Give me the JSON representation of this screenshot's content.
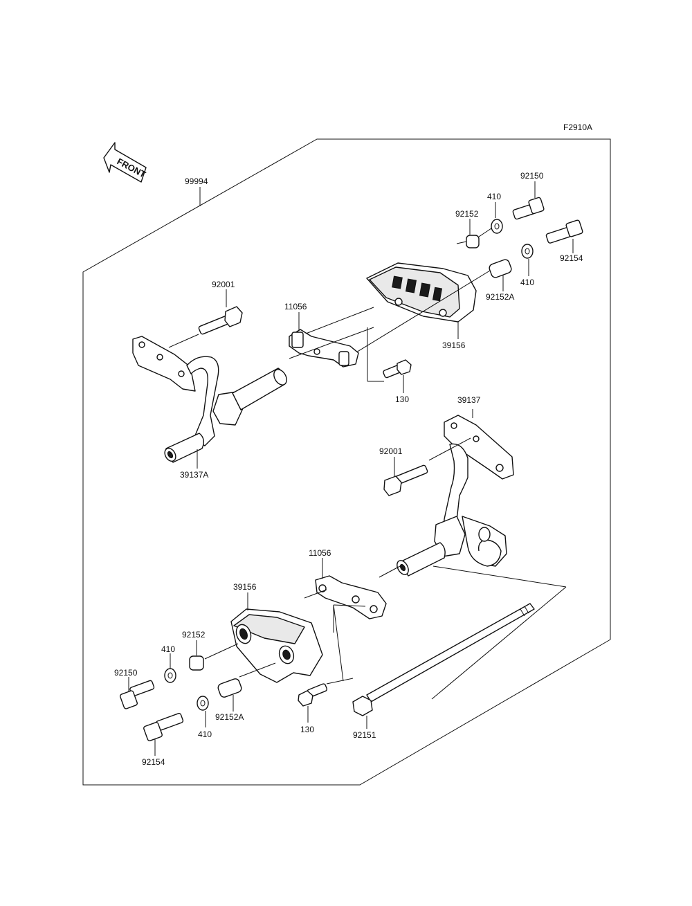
{
  "diagram": {
    "figure_code": "F2910A",
    "front_arrow_label": "FRONT",
    "kit_label": "99994",
    "labels": {
      "p92150_top": "92150",
      "p410_top_a": "410",
      "p92152_top": "92152",
      "p92154_top": "92154",
      "p410_top_b": "410",
      "p92152A_top": "92152A",
      "p92001_top": "92001",
      "p11056_top": "11056",
      "p39156_top": "39156",
      "p130_top": "130",
      "p39137A": "39137A",
      "p39137": "39137",
      "p92001_bot": "92001",
      "p11056_bot": "11056",
      "p39156_bot": "39156",
      "p92152_bot": "92152",
      "p410_bot_a": "410",
      "p92150_bot": "92150",
      "p92152A_bot": "92152A",
      "p410_bot_b": "410",
      "p92154_bot": "92154",
      "p130_bot": "130",
      "p92151": "92151"
    }
  }
}
